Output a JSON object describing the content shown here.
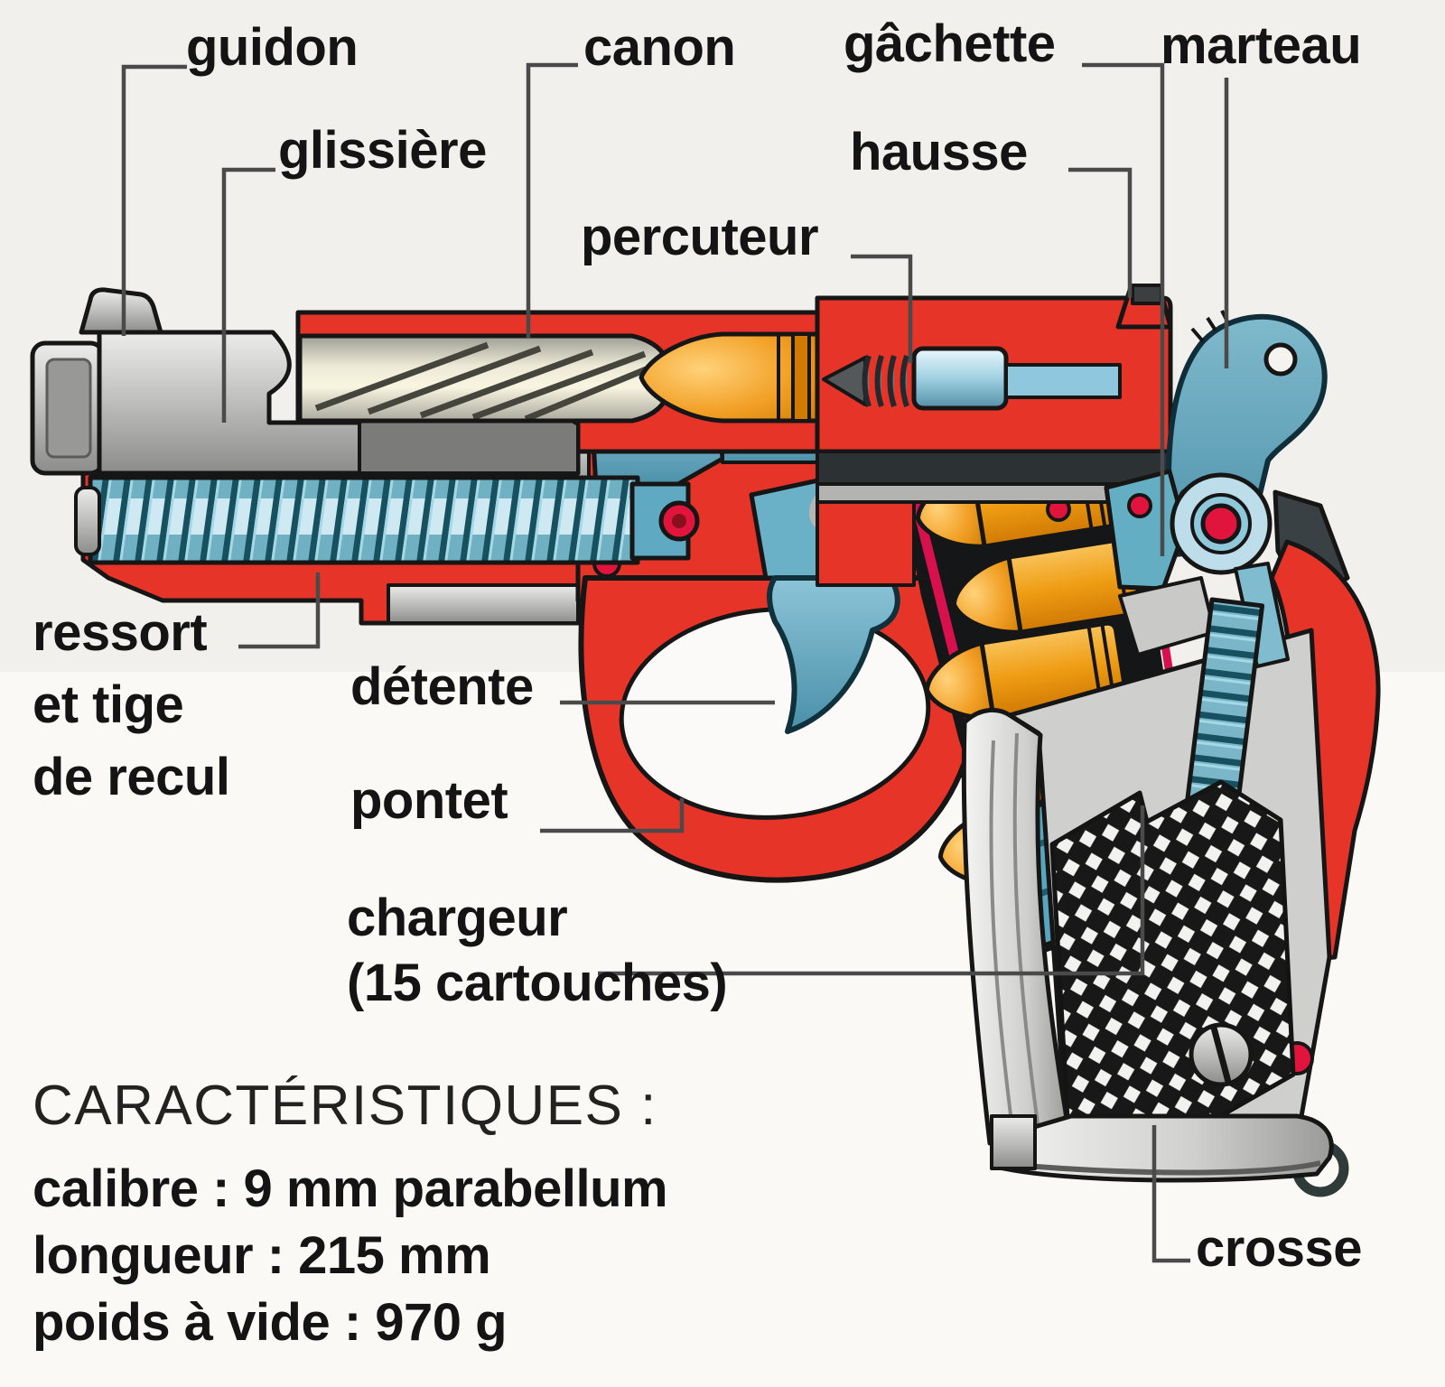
{
  "diagram": {
    "title": "cutaway diagram of a 9 mm semi-automatic pistol (French labels)",
    "background_color": "#f4f3f0",
    "labels": {
      "guidon": "guidon",
      "glissiere": "glissière",
      "canon": "canon",
      "percuteur": "percuteur",
      "gachette": "gâchette",
      "hausse": "hausse",
      "marteau": "marteau",
      "ressort_line1": "ressort",
      "ressort_line2": "et tige",
      "ressort_line3": "de recul",
      "detente": "détente",
      "pontet": "pontet",
      "chargeur_line1": "chargeur",
      "chargeur_line2": "(15 cartouches)",
      "crosse": "crosse"
    },
    "characteristics": {
      "heading": "CARACTÉRISTIQUES :",
      "items": [
        "calibre : 9 mm parabellum",
        "longueur : 215 mm",
        "poids à vide : 970 g"
      ]
    },
    "colors": {
      "frame_red": "#e63429",
      "mechanism_blue": "#5fa9c2",
      "cartridge_orange": "#f2a226",
      "metal_grey": "#c9c9c7",
      "magazine_crimson": "#d6114d",
      "pin_red": "#e0143c",
      "outline_black": "#161616",
      "leader_line_grey": "#4a4a4a",
      "label_text": "#141414"
    },
    "magazine_capacity": "15",
    "caliber": "9 mm parabellum",
    "length_mm": "215",
    "empty_weight_g": "970"
  }
}
